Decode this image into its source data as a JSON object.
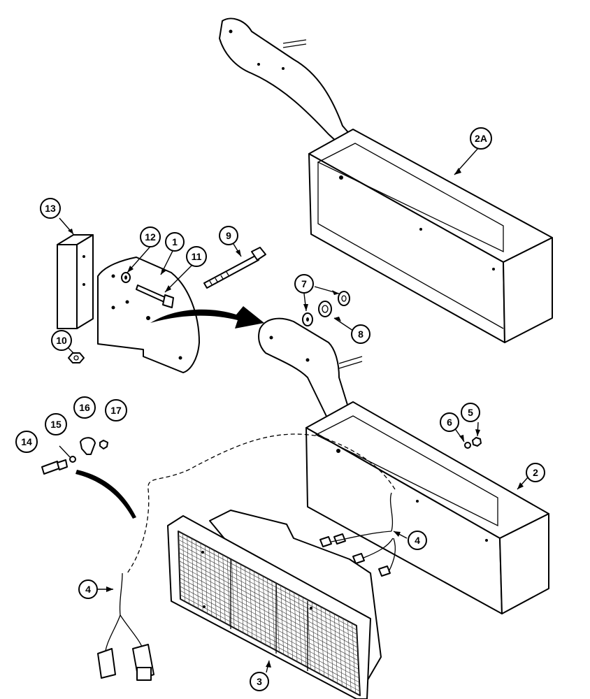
{
  "callouts": [
    {
      "id": "1",
      "label": "1"
    },
    {
      "id": "2",
      "label": "2"
    },
    {
      "id": "2A",
      "label": "2A"
    },
    {
      "id": "3",
      "label": "3"
    },
    {
      "id": "4a",
      "label": "4"
    },
    {
      "id": "4b",
      "label": "4"
    },
    {
      "id": "5",
      "label": "5"
    },
    {
      "id": "6",
      "label": "6"
    },
    {
      "id": "7",
      "label": "7"
    },
    {
      "id": "8",
      "label": "8"
    },
    {
      "id": "9",
      "label": "9"
    },
    {
      "id": "10",
      "label": "10"
    },
    {
      "id": "11",
      "label": "11"
    },
    {
      "id": "12",
      "label": "12"
    },
    {
      "id": "13",
      "label": "13"
    },
    {
      "id": "14",
      "label": "14"
    },
    {
      "id": "15",
      "label": "15"
    },
    {
      "id": "16",
      "label": "16"
    },
    {
      "id": "17",
      "label": "17"
    }
  ]
}
